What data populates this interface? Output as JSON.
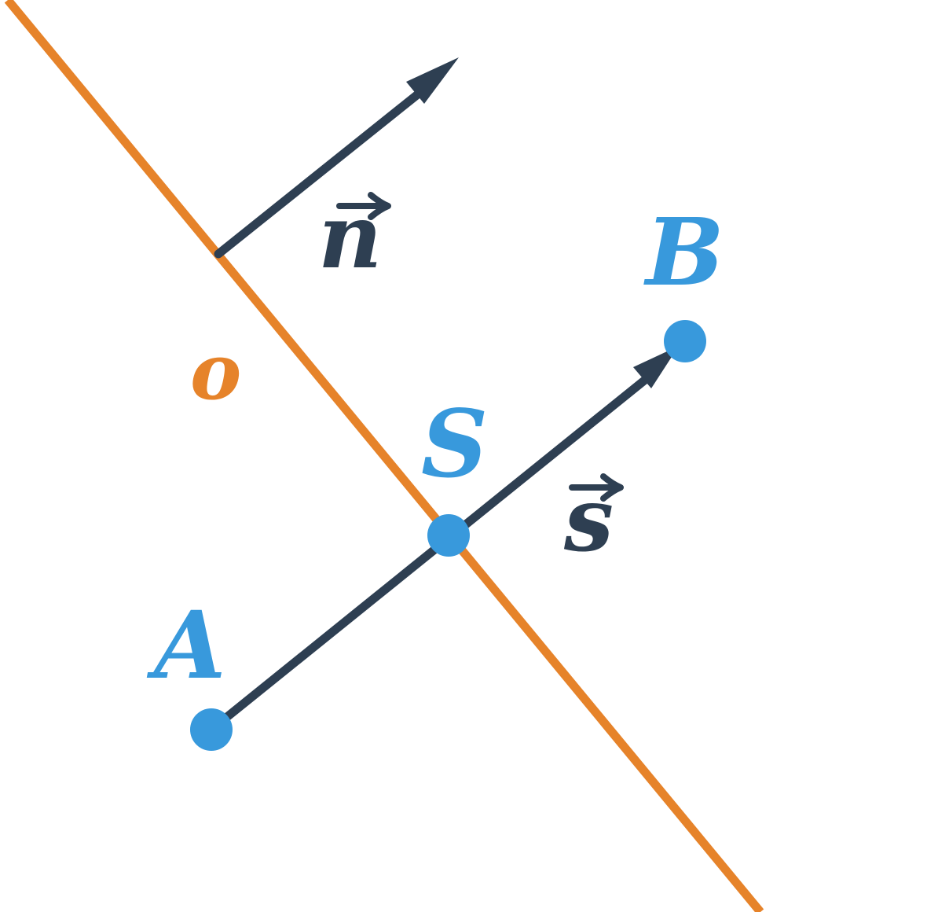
{
  "colors": {
    "line_o": "#E6832A",
    "vector": "#2E3F52",
    "point": "#3899DC",
    "background": "#ffffff"
  },
  "labels": {
    "line": "o",
    "normal_vector": "n",
    "direction_vector": "s",
    "point_a": "A",
    "point_b": "B",
    "point_s": "S"
  },
  "icons": {
    "arrow": "arrowhead",
    "vector_accent": "right-arrow-accent"
  }
}
